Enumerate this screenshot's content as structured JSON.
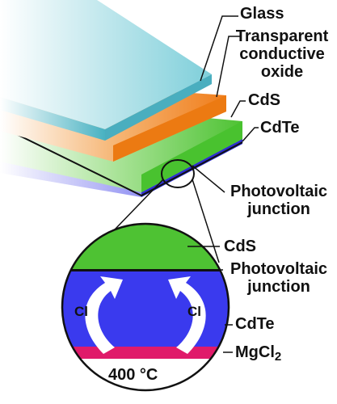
{
  "labels": {
    "glass": "Glass",
    "tco_line1": "Transparent",
    "tco_line2": "conductive",
    "tco_line3": "oxide",
    "cds_top": "CdS",
    "cdte_top": "CdTe",
    "pv_line1": "Photovoltaic",
    "pv_line2": "junction",
    "cds_zoom": "CdS",
    "pv_zoom_line1": "Photovoltaic",
    "pv_zoom_line2": "junction",
    "cdte_zoom": "CdTe",
    "mgcl_base": "MgCl",
    "mgcl_sub": "2",
    "cl_left": "Cl",
    "cl_right": "Cl",
    "temperature": "400 °C"
  },
  "colors": {
    "glass": "#4fb8c8",
    "tco": "#f07d1a",
    "cds": "#4ec233",
    "cdte": "#3a3aee",
    "mgcl2": "#e01a6a",
    "arrow": "#ffffff",
    "outline": "#111111"
  }
}
